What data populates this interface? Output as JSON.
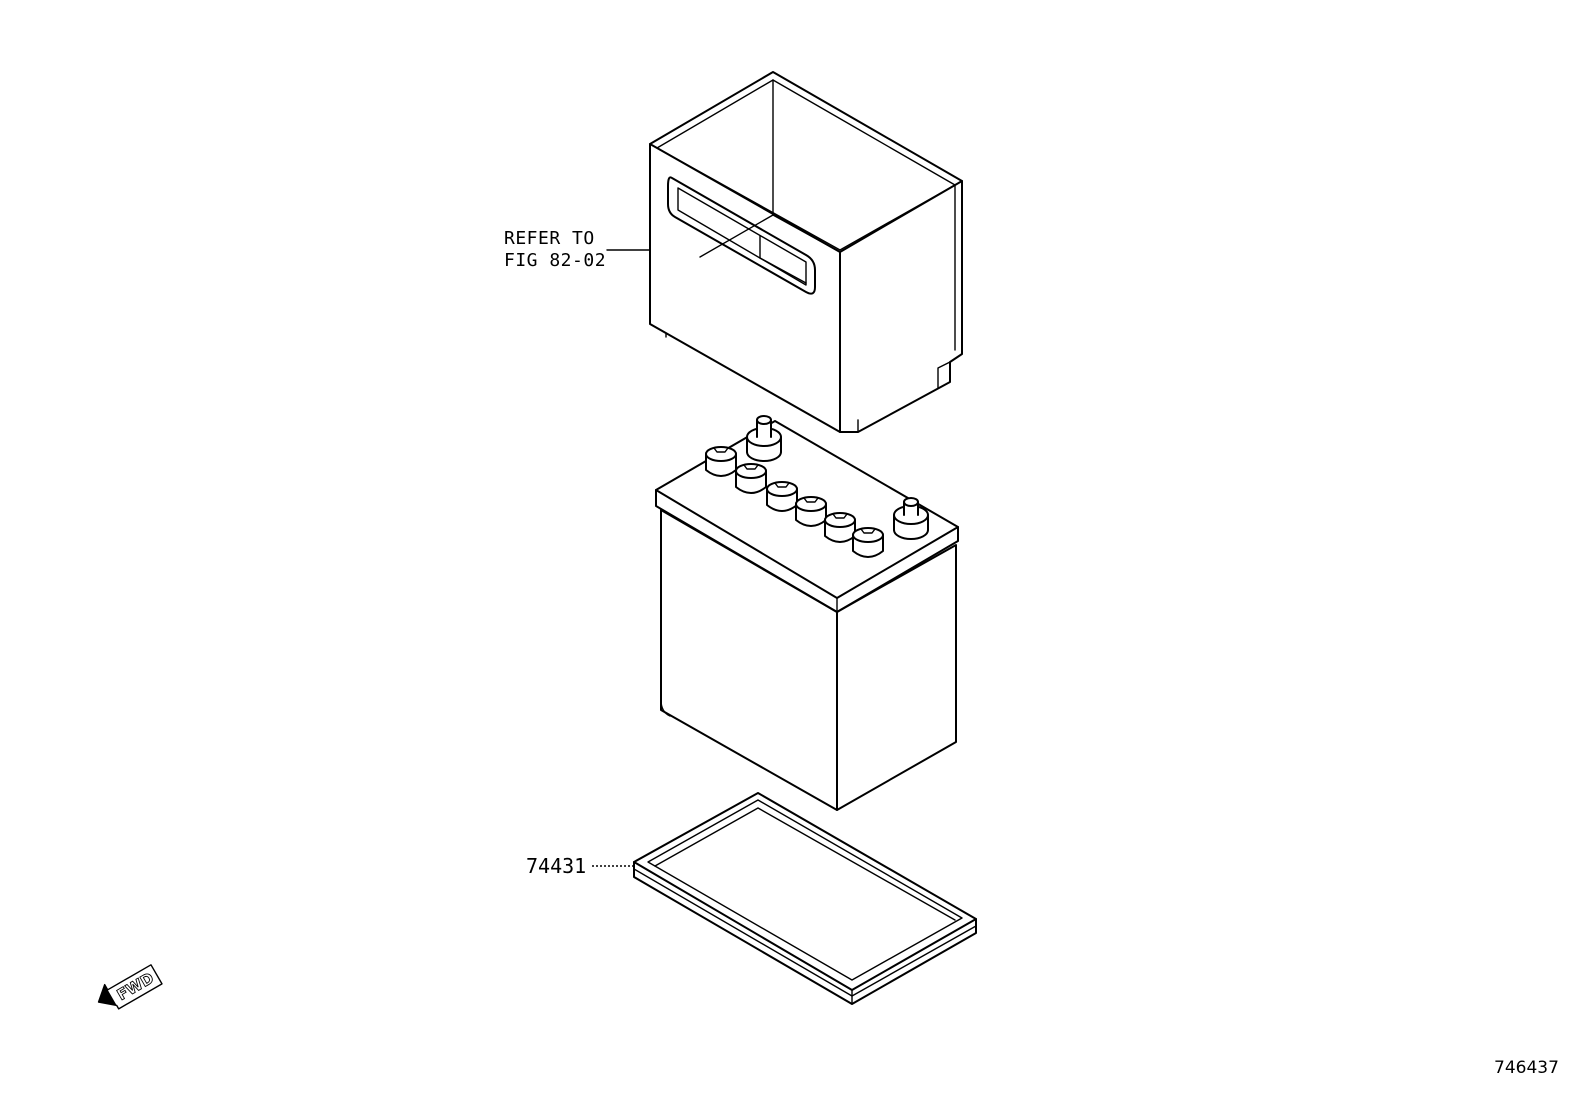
{
  "diagram": {
    "callout_refer_line1": "REFER TO",
    "callout_refer_line2": "FIG 82-02",
    "part_number_tray": "74431",
    "fwd_label": "FWD",
    "figure_number": "746437"
  },
  "icons": {
    "fwd_arrow": "fwd-arrow-icon"
  }
}
